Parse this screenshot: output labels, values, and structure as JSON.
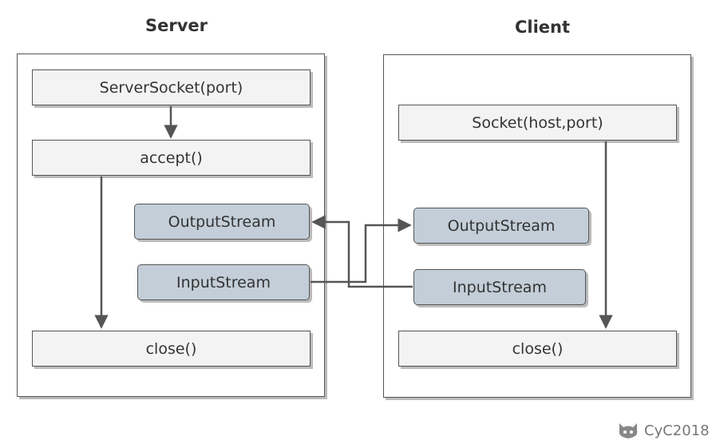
{
  "server": {
    "title": "Server",
    "boxes": {
      "server_socket": "ServerSocket(port)",
      "accept": "accept()",
      "output_stream": "OutputStream",
      "input_stream": "InputStream",
      "close": "close()"
    }
  },
  "client": {
    "title": "Client",
    "boxes": {
      "socket": "Socket(host,port)",
      "output_stream": "OutputStream",
      "input_stream": "InputStream",
      "close": "close()"
    }
  },
  "watermark": {
    "text": "CyC2018",
    "icon": "github-cat-icon"
  },
  "colors": {
    "stream_fill": "#c3ced8",
    "box_fill": "#f3f3f3",
    "line": "#555555"
  }
}
